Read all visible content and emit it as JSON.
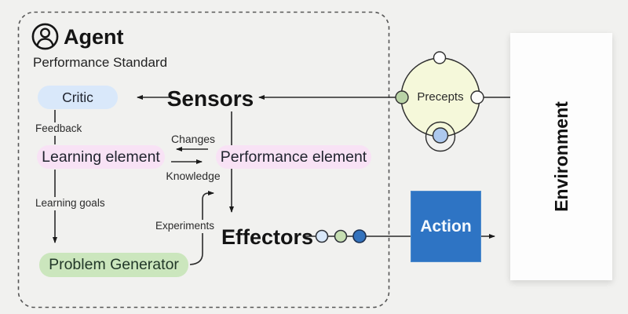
{
  "colors": {
    "background": "#f1f1ef",
    "critic_fill": "#d9e8fa",
    "element_fill": "#f8e2f5",
    "generator_fill": "#cbe6bd",
    "action_fill": "#2e74c4",
    "environment_fill": "#fdfdfd",
    "precepts_fill": "#f5f8da",
    "precepts_node_green": "#b9d3a6",
    "precepts_node_blue": "#adc9ee",
    "effector_dot_pale_blue": "#d9e8f9",
    "effector_dot_green": "#c7dfb3",
    "effector_dot_blue": "#3473bd",
    "line": "#2a2a2a"
  },
  "agent": {
    "title": "Agent",
    "subtitle": "Performance Standard",
    "nodes": {
      "critic": "Critic",
      "sensors": "Sensors",
      "learning_element": "Learning element",
      "performance_element": "Performance element",
      "problem_generator": "Problem Generator",
      "effectors": "Effectors"
    },
    "edge_labels": {
      "feedback": "Feedback",
      "changes": "Changes",
      "knowledge": "Knowledge",
      "learning_goals": "Learning goals",
      "experiments": "Experiments"
    }
  },
  "external": {
    "precepts": "Precepts",
    "action": "Action",
    "environment": "Environment"
  }
}
